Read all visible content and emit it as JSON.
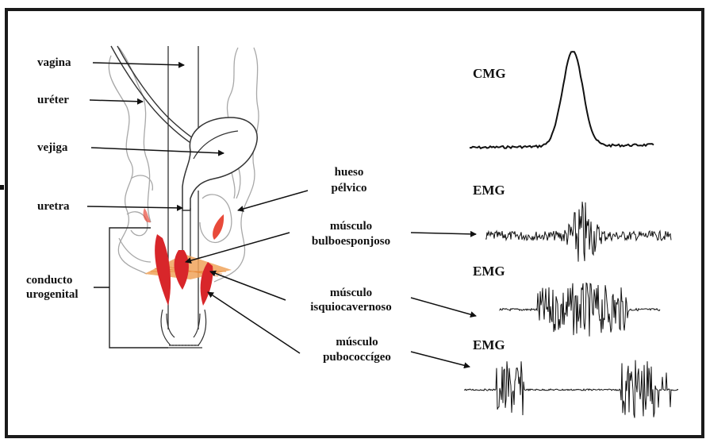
{
  "labels": {
    "vagina": "vagina",
    "ureter": "uréter",
    "vejiga": "vejiga",
    "uretra": "uretra",
    "conducto_1": "conducto",
    "conducto_2": "urogenital",
    "hueso_1": "hueso",
    "hueso_2": "pélvico",
    "bulbo_1": "músculo",
    "bulbo_2": "bulboesponjoso",
    "isquio_1": "músculo",
    "isquio_2": "isquiocavernoso",
    "pubo_1": "músculo",
    "pubo_2": "pubococcígeo"
  },
  "signals": {
    "cmg": "CMG",
    "emg1": "EMG",
    "emg2": "EMG",
    "emg3": "EMG"
  },
  "colors": {
    "frame": "#1a1a1a",
    "outline": "#9a9a9a",
    "muscle_red": "#d8262a",
    "muscle_orange": "#f0a35a",
    "trace": "#111111"
  }
}
